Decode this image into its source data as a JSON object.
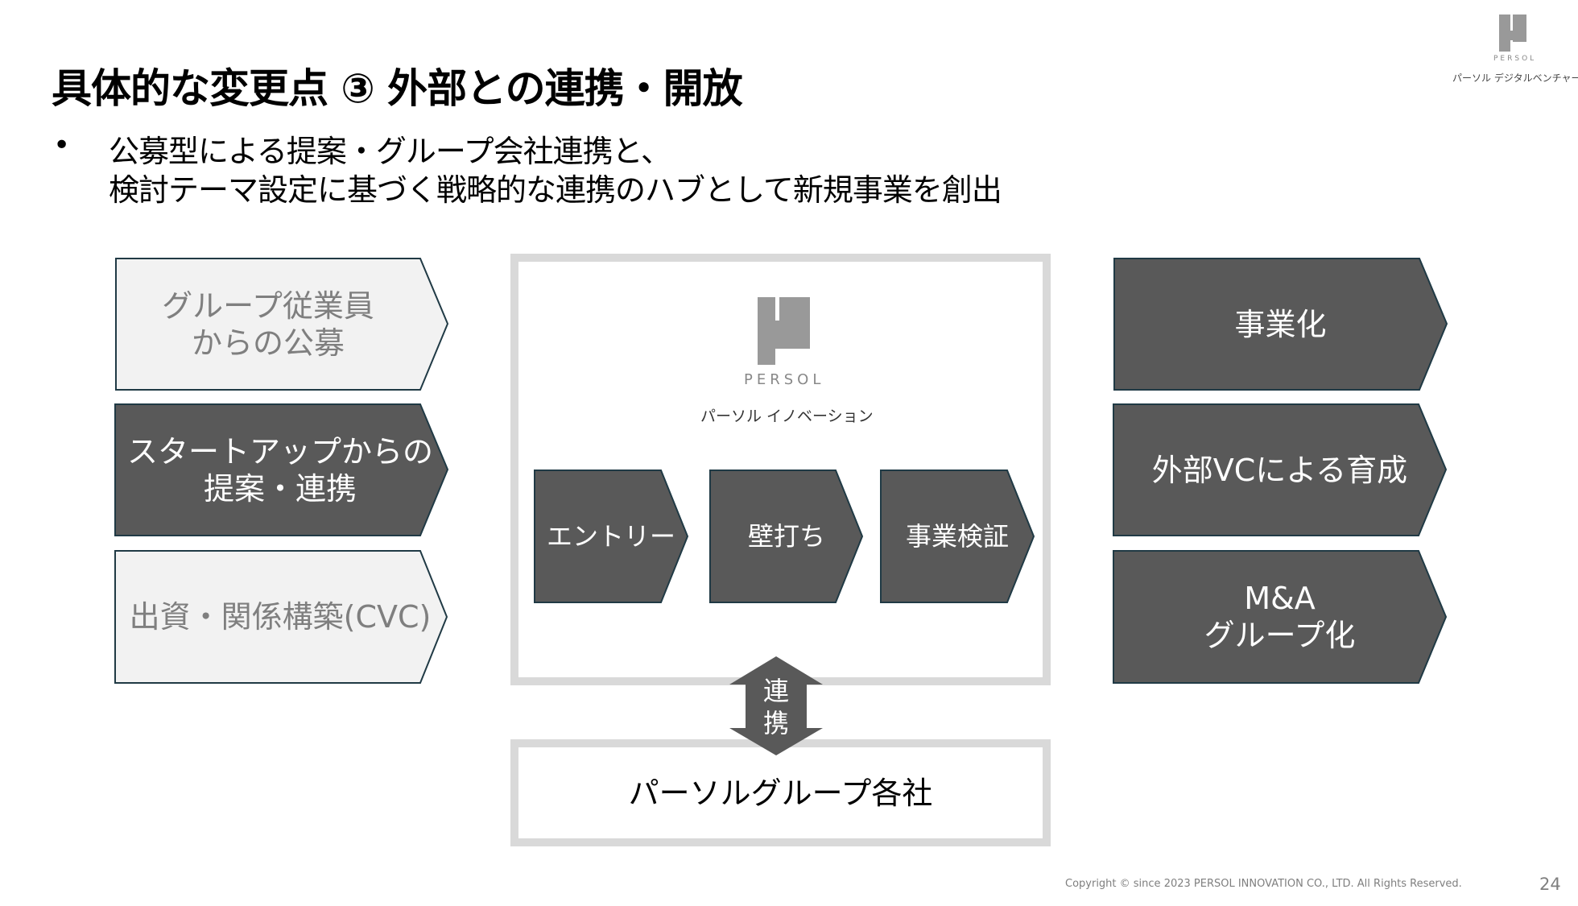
{
  "title": "具体的な変更点 ③ 外部との連携・開放",
  "bullet": {
    "marker": "•",
    "lines": [
      "公募型による提案・グループ会社連携と、",
      "検討テーマ設定に基づく戦略的な連携のハブとして新規事業を創出"
    ]
  },
  "logo_top": {
    "wordmark": "PERSOL",
    "company": "パーソル デジタルベンチャーズ"
  },
  "sources": [
    {
      "label": "グループ従業員\nからの公募",
      "style": "light"
    },
    {
      "label": "スタートアップからの\n提案・連携",
      "style": "dark"
    },
    {
      "label": "出資・関係構築(CVC)",
      "style": "light"
    }
  ],
  "hub": {
    "wordmark": "PERSOL",
    "company": "パーソル イノベーション",
    "steps": [
      "エントリー",
      "壁打ち",
      "事業検証"
    ]
  },
  "link_label": "連\n携",
  "group": "パーソルグループ各社",
  "outcomes": [
    "事業化",
    "外部VCによる育成",
    "M&A\nグループ化"
  ],
  "footer": {
    "copyright": "Copyright © since 2023 PERSOL INNOVATION CO., LTD. All Rights Reserved.",
    "page": "24"
  },
  "colors": {
    "dark": "#595959",
    "light": "#f2f2f2",
    "border": "#203a45",
    "frame": "#d9d9d9",
    "logo": "#999999"
  }
}
